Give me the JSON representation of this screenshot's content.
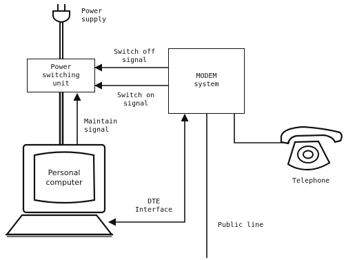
{
  "diagram": {
    "labels": {
      "power_supply": [
        "Power",
        "supply"
      ],
      "power_switching_unit": [
        "Power",
        "switching",
        "unit"
      ],
      "modem_system": [
        "MODEM",
        "system"
      ],
      "switch_off_signal": [
        "Switch off",
        "signal"
      ],
      "switch_on_signal": [
        "Switch on",
        "signal"
      ],
      "maintain_signal": [
        "Maintain",
        "signal"
      ],
      "personal_computer": [
        "Personal",
        "computer"
      ],
      "dte_interface": [
        "DTE",
        "Interface"
      ],
      "public_line": "Public line",
      "telephone": "Telephone"
    },
    "colors": {
      "line": "#111111",
      "background": "#ffffff"
    }
  }
}
